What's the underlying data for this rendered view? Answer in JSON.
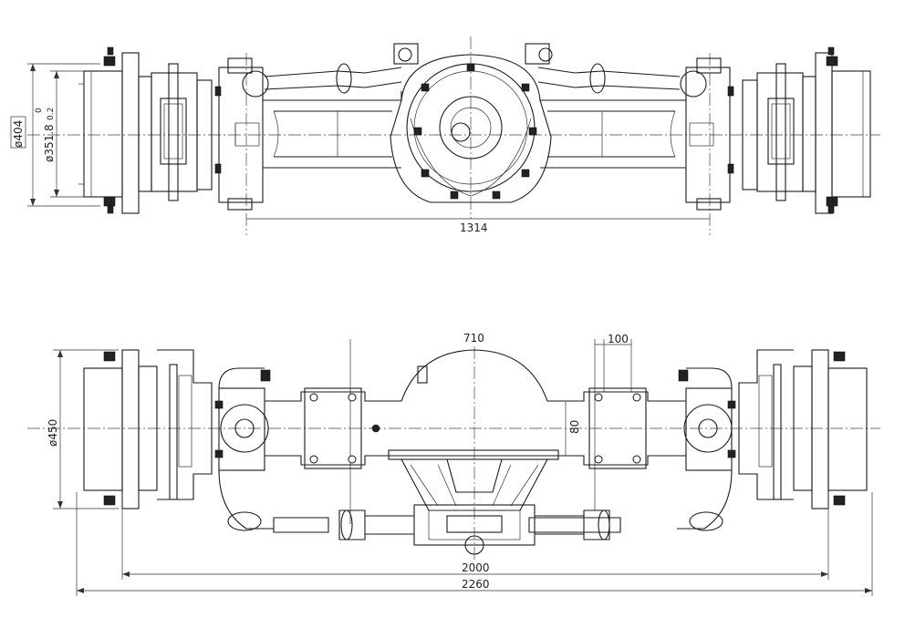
{
  "top_view": {
    "dims": {
      "d_outer": "ø404",
      "d_pilot": "ø351.8",
      "tol_upper": "0",
      "tol_lower": "0.2",
      "spring_track": "1314"
    }
  },
  "front_view": {
    "dims": {
      "d_wheel": "ø450",
      "center_offset": "710",
      "pad_width": "100",
      "pad_height": "80",
      "flange_track": "2000",
      "overall_width": "2260"
    }
  },
  "colors": {
    "line": "#1a1a1a",
    "background": "#ffffff"
  }
}
